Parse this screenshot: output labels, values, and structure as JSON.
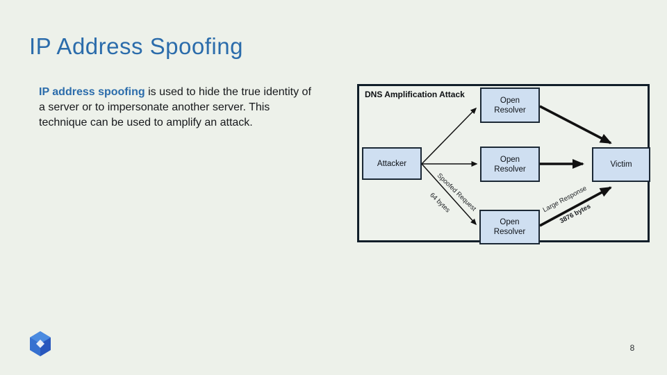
{
  "slide": {
    "title": "IP Address Spoofing",
    "body": {
      "lead": "IP address spoofing",
      "line1_rest": " is used to hide the true identity of",
      "line2": "a server or to impersonate another server. This",
      "line3": "technique can be used to amplify an attack."
    },
    "page_number": "8"
  },
  "diagram": {
    "title": "DNS Amplification Attack",
    "nodes": {
      "attacker": "Attacker",
      "resolver_top": "Open Resolver",
      "resolver_mid": "Open Resolver",
      "resolver_bottom": "Open Resolver",
      "victim": "Victim"
    },
    "edges": {
      "request_label": "Spoofed Request",
      "request_size": "64 bytes",
      "response_label": "Large Response",
      "response_size": "3876 bytes"
    }
  },
  "colors": {
    "background": "#edf1ea",
    "accent_blue": "#2b6cab",
    "node_fill": "#cfdff1",
    "node_border": "#1b2835",
    "frame_border": "#101e29",
    "arrow": "#111111"
  },
  "icons": {
    "logo": "blue-hexagon-logo"
  }
}
